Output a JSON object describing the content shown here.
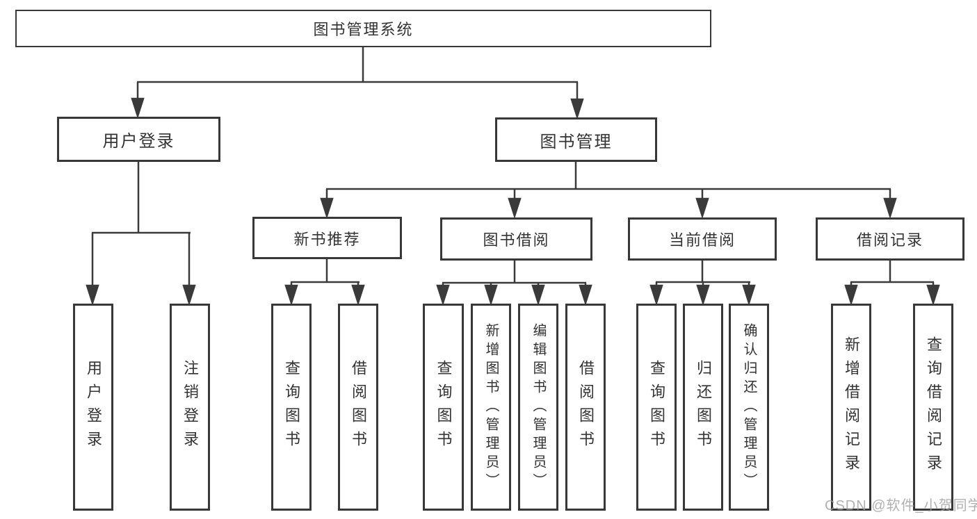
{
  "tree": {
    "root": {
      "label": "图书管理系统"
    },
    "branches": [
      {
        "id": "user-login",
        "label": "用户登录",
        "children": [
          {
            "label": "用户登录"
          },
          {
            "label": "注销登录"
          }
        ]
      },
      {
        "id": "book-management",
        "label": "图书管理",
        "children": [
          {
            "id": "new-book-recommend",
            "label": "新书推荐",
            "children": [
              {
                "label": "查询图书"
              },
              {
                "label": "借阅图书"
              }
            ]
          },
          {
            "id": "book-borrow",
            "label": "图书借阅",
            "children": [
              {
                "label": "查询图书"
              },
              {
                "label": "新增图书（管理员）"
              },
              {
                "label": "编辑图书（管理员）"
              },
              {
                "label": "借阅图书"
              }
            ]
          },
          {
            "id": "current-borrow",
            "label": "当前借阅",
            "children": [
              {
                "label": "查询图书"
              },
              {
                "label": "归还图书"
              },
              {
                "label": "确认归还（管理员）"
              }
            ]
          },
          {
            "id": "borrow-records",
            "label": "借阅记录",
            "children": [
              {
                "label": "新增借阅记录"
              },
              {
                "label": "查询借阅记录"
              }
            ]
          }
        ]
      }
    ]
  },
  "watermark": {
    "text": "CSDN @软件_小贺同学"
  },
  "colors": {
    "line": "#3a3a3a",
    "box_border": "#383838",
    "box_background": "#ffffff",
    "text": "#333333",
    "watermark": "#9e9e9e"
  }
}
